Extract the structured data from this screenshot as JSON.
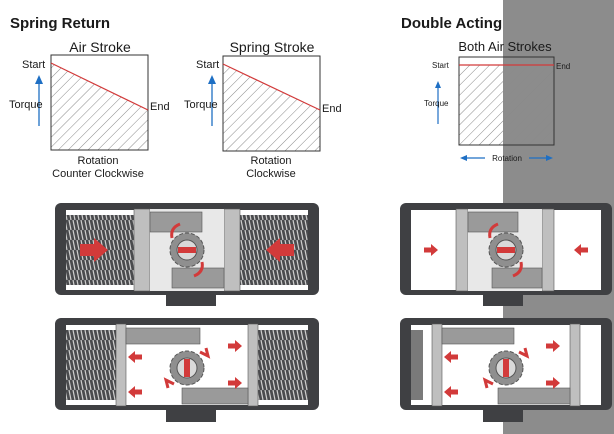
{
  "colors": {
    "accent": "#d23a3a",
    "axis_blue": "#1e6fc4",
    "housing_dark": "#3f4043",
    "housing_mid": "#8a8a8a",
    "panel_gray": "#8c8c8c"
  },
  "spring_return": {
    "heading": "Spring Return",
    "air_stroke": {
      "title": "Air Stroke",
      "start": "Start",
      "end": "End",
      "torque": "Torque",
      "rotation_line1": "Rotation",
      "rotation_line2": "Counter Clockwise"
    },
    "spring_stroke": {
      "title": "Spring Stroke",
      "start": "Start",
      "end": "End",
      "torque": "Torque",
      "rotation_line1": "Rotation",
      "rotation_line2": "Clockwise"
    }
  },
  "double_acting": {
    "heading": "Double Acting",
    "both_air": {
      "title": "Both Air Strokes",
      "start": "Start",
      "end": "End",
      "torque": "Torque",
      "rotation": "Rotation"
    }
  }
}
